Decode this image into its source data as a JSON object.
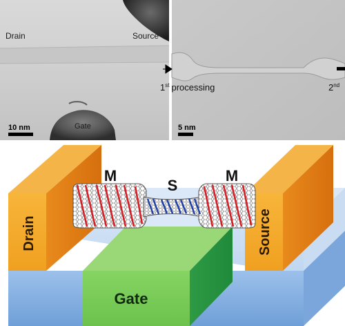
{
  "tem_left": {
    "drain_label": "Drain",
    "source_label": "Source",
    "gate_label": "Gate",
    "scale_label": "10 nm"
  },
  "tem_right": {
    "processing_label": "processing",
    "first_num": "1",
    "first_sup": "st",
    "second_num": "2",
    "second_sup": "nd",
    "scale_label": "5 nm"
  },
  "device": {
    "drain_label": "Drain",
    "source_label": "Source",
    "gate_label": "Gate",
    "metal_left_label": "M",
    "semi_label": "S",
    "metal_right_label": "M"
  },
  "colors": {
    "electrode_front": "#f6ad2d",
    "electrode_side": "#e07a12",
    "gate_front": "#7ccf5a",
    "gate_top": "#a6e07a",
    "substrate_front": "#8ab4e4",
    "metallic_helix": "#d41f26",
    "semiconducting_helix": "#1e3ea8"
  }
}
